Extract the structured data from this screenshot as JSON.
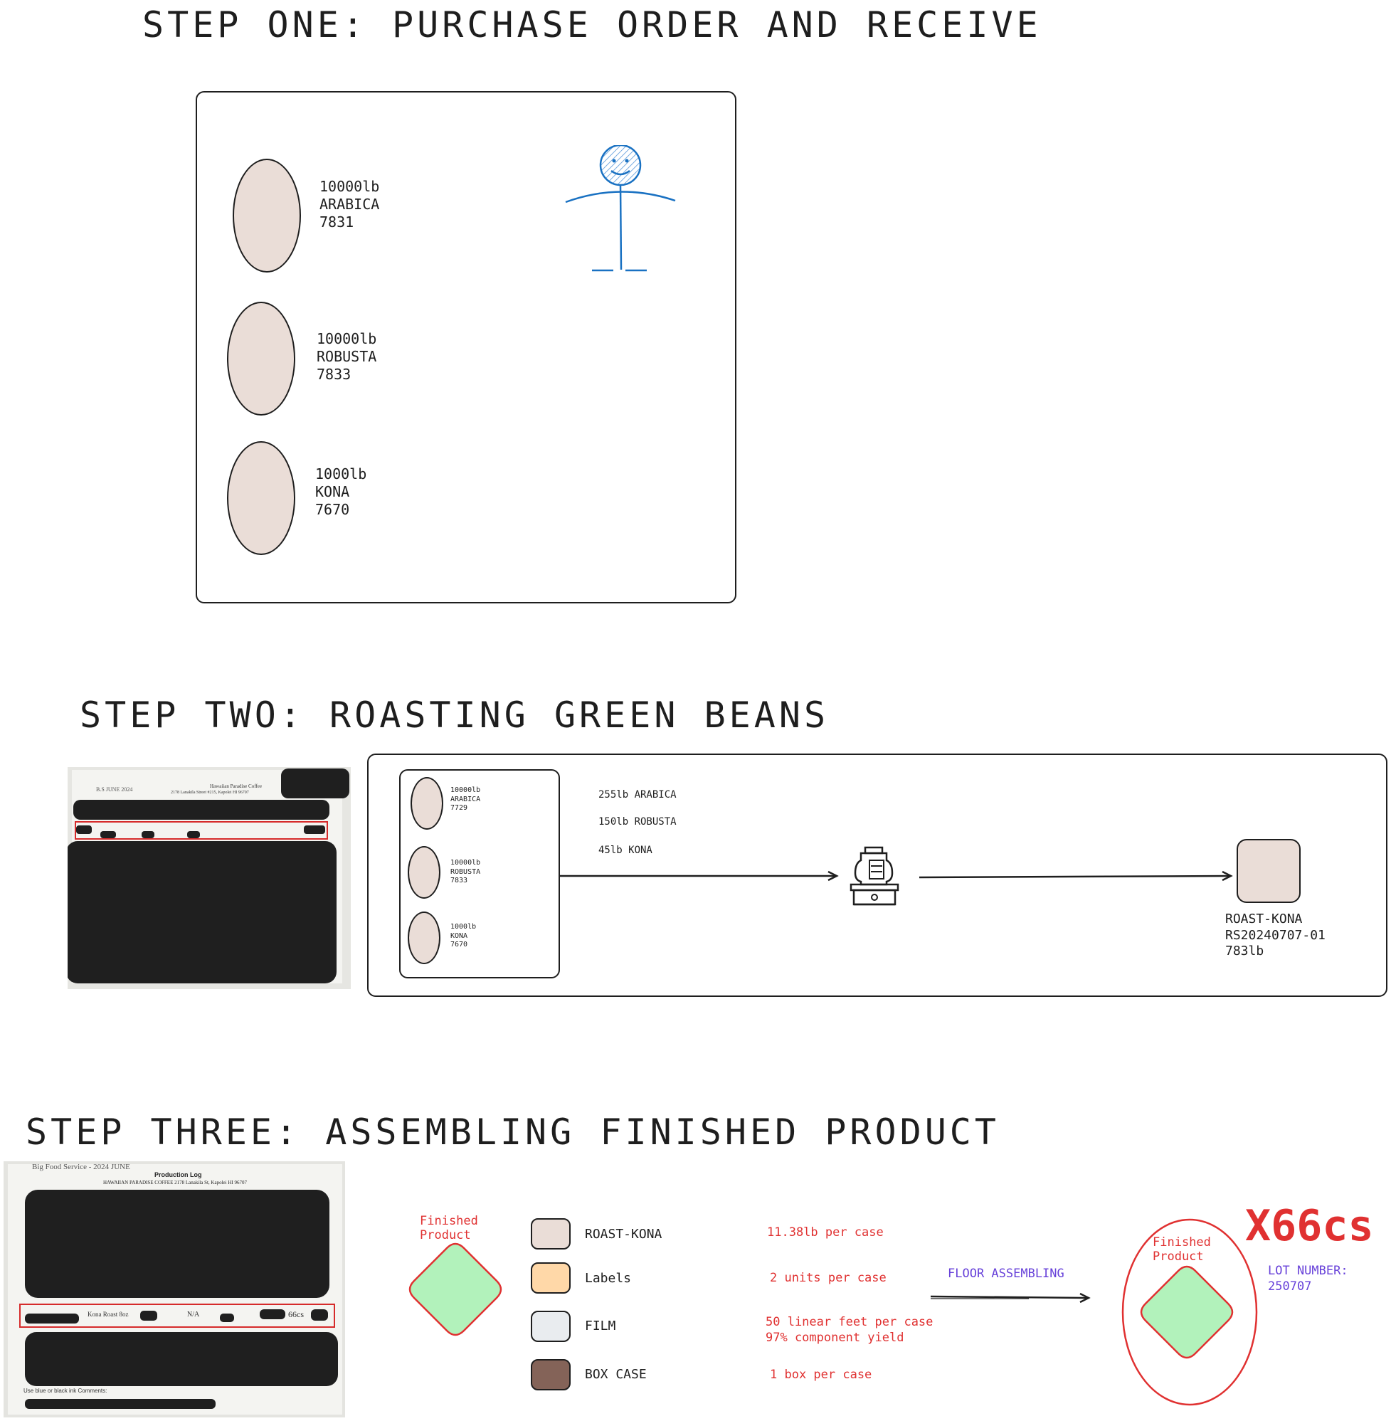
{
  "step_one": {
    "title": "STEP ONE: PURCHASE ORDER AND RECEIVE",
    "beans": [
      {
        "qty": "10000lb",
        "name": "ARABICA",
        "id": "7831"
      },
      {
        "qty": "10000lb",
        "name": "ROBUSTA",
        "id": "7833"
      },
      {
        "qty": "1000lb",
        "name": "KONA",
        "id": "7670"
      }
    ]
  },
  "step_two": {
    "title": "STEP TWO: ROASTING GREEN BEANS",
    "beans": [
      {
        "qty": "10000lb",
        "name": "ARABICA",
        "id": "7729"
      },
      {
        "qty": "10000lb",
        "name": "ROBUSTA",
        "id": "7833"
      },
      {
        "qty": "1000lb",
        "name": "KONA",
        "id": "7670"
      }
    ],
    "inputs": [
      "255lb ARABICA",
      "150lb ROBUSTA",
      "45lb KONA"
    ],
    "output": {
      "name": "ROAST-KONA",
      "lot": "RS20240707-01",
      "qty": "783lb"
    },
    "photo_text": {
      "date": "B.S  JUNE 2024",
      "header": "Hawaiian Paradise Coffee",
      "addr": "2178 Lanakila Street #215, Kapolei HI 96707"
    }
  },
  "step_three": {
    "title": "STEP THREE: ASSEMBLING FINISHED PRODUCT",
    "finished_label": "Finished Product",
    "components": [
      {
        "name": "ROAST-KONA",
        "color": "#eaddd7",
        "usage": [
          "11.38lb per case"
        ]
      },
      {
        "name": "Labels",
        "color": "#ffd8a8",
        "usage": [
          "2 units per case"
        ]
      },
      {
        "name": "FILM",
        "color": "#e9ecef",
        "usage": [
          "50 linear feet per case",
          "97% component yield"
        ]
      },
      {
        "name": "BOX CASE",
        "color": "#846358",
        "usage": [
          "1 box per case"
        ]
      }
    ],
    "process_label": "FLOOR ASSEMBLING",
    "multiplier": "X66cs",
    "lot_label": "LOT NUMBER:",
    "lot_value": "250707",
    "photo_text": {
      "top": "Big Food Service - 2024 JUNE",
      "log": "Production Log",
      "company": "HAWAIIAN PARADISE COFFEE 2178 Lanakila St, Kapolei HI 96707",
      "row": "Kona Roast 8oz",
      "na": "N/A",
      "cases": "66cs",
      "footer": "Use blue or black ink   Comments:"
    }
  },
  "colors": {
    "bean": "#eaddd7",
    "finished": "#b2f2bb",
    "red": "#e03131",
    "blue": "#1971c2",
    "purple": "#6741d9"
  }
}
